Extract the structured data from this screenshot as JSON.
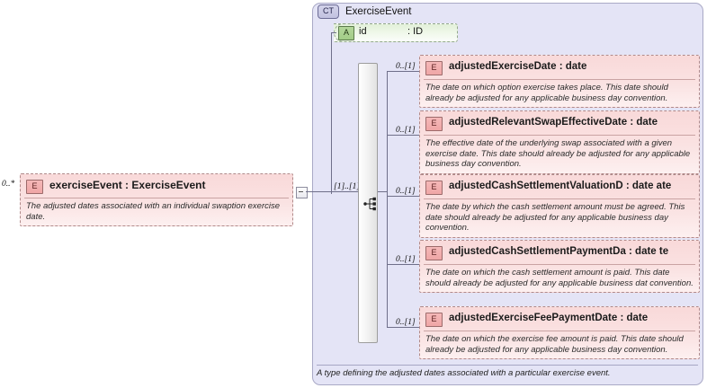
{
  "diagram": {
    "kind": "xml-schema-diagram",
    "colors": {
      "element_fill": "#f9d9d9",
      "element_border": "#b08a8a",
      "complextype_fill": "#e4e4f6",
      "complextype_border": "#a9a9c6",
      "attribute_fill": "#e2f0d9",
      "attribute_border": "#94a98c",
      "connector": "#6f6f8a"
    }
  },
  "root_element": {
    "badge": "E",
    "cardinality": "0..*",
    "title": "exerciseEvent : ExerciseEvent",
    "documentation": "The adjusted dates associated with an individual swaption exercise date.",
    "toggle_icon": "minus-icon"
  },
  "complex_type": {
    "badge": "CT",
    "name": "ExerciseEvent",
    "documentation": "A type defining the adjusted dates associated with a particular exercise event.",
    "attribute": {
      "badge": "A",
      "name": "id",
      "type": ": ID"
    },
    "compositor": {
      "icon": "sequence-icon",
      "cardinality": "[1]..[1]"
    }
  },
  "children": [
    {
      "badge": "E",
      "cardinality": "0..[1]",
      "title": "adjustedExerciseDate : date",
      "documentation": "The date on which option exercise takes place. This date should already be adjusted for any applicable business day convention."
    },
    {
      "badge": "E",
      "cardinality": "0..[1]",
      "title": "adjustedRelevantSwapEffectiveDate : date",
      "documentation": "The effective date of the underlying swap associated with a given exercise date. This date should already be adjusted for any applicable business day convention."
    },
    {
      "badge": "E",
      "cardinality": "0..[1]",
      "title": "adjustedCashSettlementValuationD : date ate",
      "documentation": "The date by which the cash settlement amount must be agreed. This date should already be adjusted for any applicable business day convention."
    },
    {
      "badge": "E",
      "cardinality": "0..[1]",
      "title": "adjustedCashSettlementPaymentDa : date te",
      "documentation": "The date on which the cash settlement amount is paid. This date should already be adjusted for any applicable business dat convention."
    },
    {
      "badge": "E",
      "cardinality": "0..[1]",
      "title": "adjustedExerciseFeePaymentDate : date",
      "documentation": "The date on which the exercise fee amount is paid. This date should already be adjusted for any applicable business day convention."
    }
  ]
}
